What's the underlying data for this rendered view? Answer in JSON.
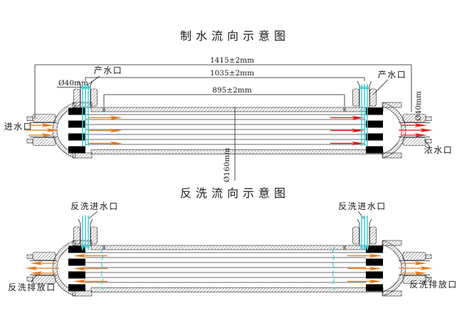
{
  "production": {
    "title": "制水流向示意图",
    "dim_overall": "1415±2mm",
    "dim_ports": "1035±2mm",
    "dim_shell": "895±2mm",
    "shell_dia": "Ø160mm",
    "port_dia_left": "Ø40mm",
    "port_dia_right": "Ø40mm",
    "feed_label": "进水口",
    "product_left": "产水口",
    "product_right": "产水口",
    "concentrate_label": "浓水口"
  },
  "backwash": {
    "title": "反洗流向示意图",
    "inlet_left": "反洗进水口",
    "inlet_right": "反洗进水口",
    "drain_left": "反洗排放口",
    "drain_right": "反洗排放口"
  },
  "colors": {
    "feed_arrow": "#e07818",
    "concentrate_arrow": "#e41414",
    "permeate_arrow": "#3ecfd8",
    "line": "#1a1a1a"
  }
}
